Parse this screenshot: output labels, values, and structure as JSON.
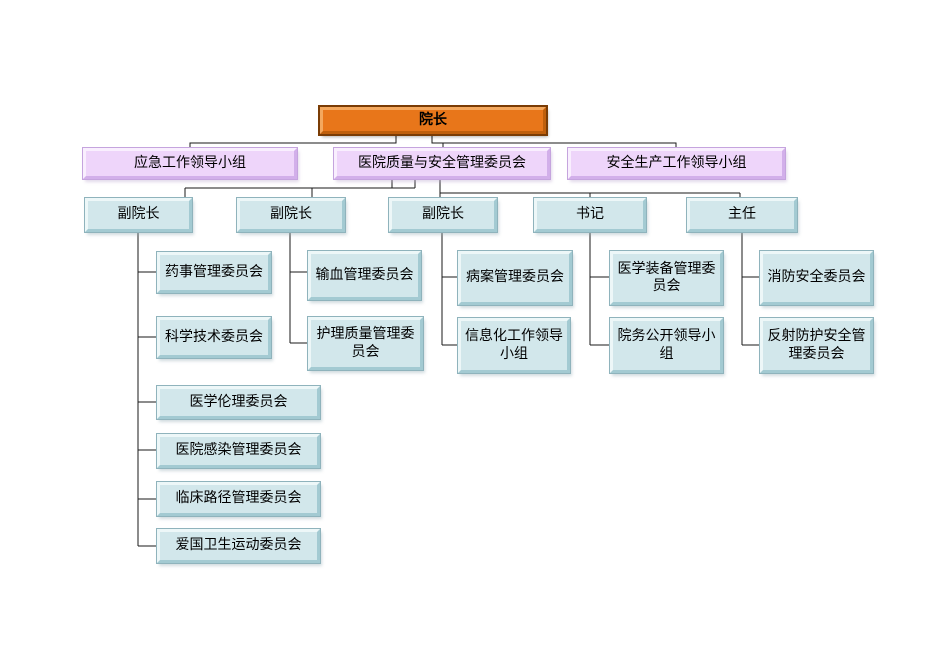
{
  "diagram": {
    "type": "org-chart",
    "root": {
      "label": "院长"
    },
    "level2": [
      {
        "id": "emergency-leading-group",
        "label": "应急工作领导小组"
      },
      {
        "id": "quality-safety-committee",
        "label": "医院质量与安全管理委员会"
      },
      {
        "id": "production-safety-leading-group",
        "label": "安全生产工作领导小组"
      }
    ],
    "level3": [
      {
        "id": "vice-president-1",
        "label": "副院长"
      },
      {
        "id": "vice-president-2",
        "label": "副院长"
      },
      {
        "id": "vice-president-3",
        "label": "副院长"
      },
      {
        "id": "secretary",
        "label": "书记"
      },
      {
        "id": "office-director",
        "label": "主任"
      }
    ],
    "columns": [
      {
        "parent": "vice-president-1",
        "items": [
          "药事管理委员会",
          "科学技术委员会",
          "医学伦理委员会",
          "医院感染管理委员会",
          "临床路径管理委员会",
          "爱国卫生运动委员会"
        ]
      },
      {
        "parent": "vice-president-2",
        "items": [
          "输血管理委员会",
          "护理质量管理委员会"
        ]
      },
      {
        "parent": "vice-president-3",
        "items": [
          "病案管理委员会",
          "信息化工作领导小组"
        ]
      },
      {
        "parent": "secretary",
        "items": [
          "医学装备管理委员会",
          "院务公开领导小组"
        ]
      },
      {
        "parent": "office-director",
        "items": [
          "消防安全委员会",
          "反射防护安全管理委员会"
        ]
      }
    ],
    "colors": {
      "root_fill": "#E8761A",
      "root_border": "#7A3C05",
      "level2_fill": "#EED5FA",
      "level3_fill": "#D2E7EB",
      "connector": "#1A1A1A",
      "background": "#FFFFFF"
    }
  }
}
